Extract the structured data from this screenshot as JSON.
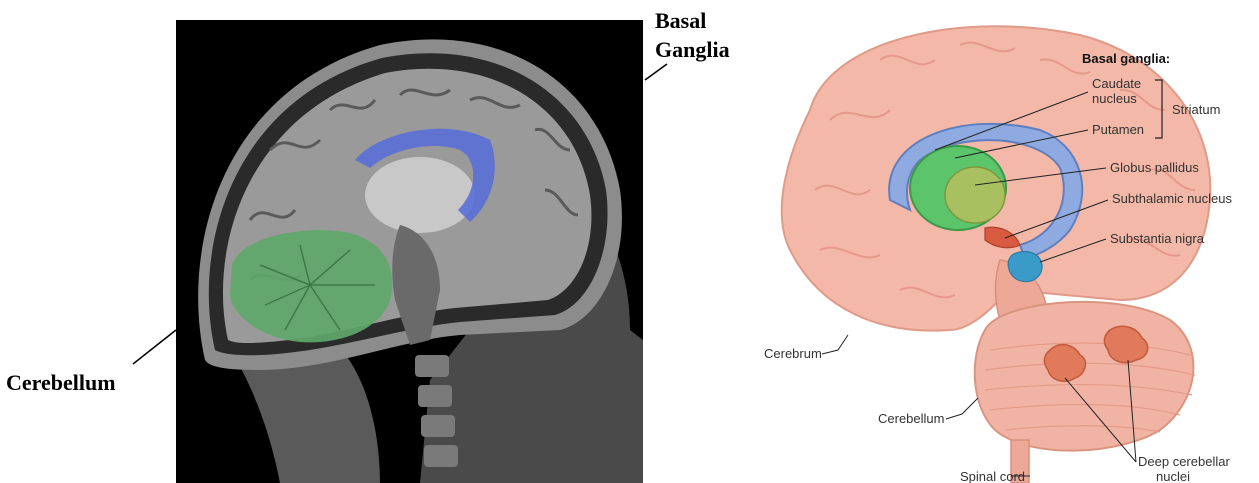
{
  "mri_labels": {
    "basal_ganglia_line1": "Basal",
    "basal_ganglia_line2": "Ganglia",
    "cerebellum": "Cerebellum"
  },
  "illustration_labels": {
    "basal_ganglia_heading": "Basal ganglia:",
    "caudate_line1": "Caudate",
    "caudate_line2": "nucleus",
    "putamen": "Putamen",
    "striatum": "Striatum",
    "globus_pallidus": "Globus pallidus",
    "subthalamic_nucleus": "Subthalamic nucleus",
    "substantia_nigra": "Substantia nigra",
    "cerebrum": "Cerebrum",
    "cerebellum": "Cerebellum",
    "spinal_cord": "Spinal cord",
    "deep_cerebellar_line1": "Deep cerebellar",
    "deep_cerebellar_line2": "nuclei"
  },
  "colors": {
    "mri_background": "#000000",
    "cerebellum_highlight": "#5fa86a",
    "basal_ganglia_highlight": "#5a6fd6",
    "brain_pink": "#f3b8a8",
    "caudate_blue": "#7f9fd8",
    "putamen_green": "#5cc46a",
    "globus_pallidus": "#a8c060",
    "subthalamic_red": "#d85a40",
    "substantia_nigra": "#3a9ac8",
    "deep_nuclei": "#e07a5a"
  }
}
